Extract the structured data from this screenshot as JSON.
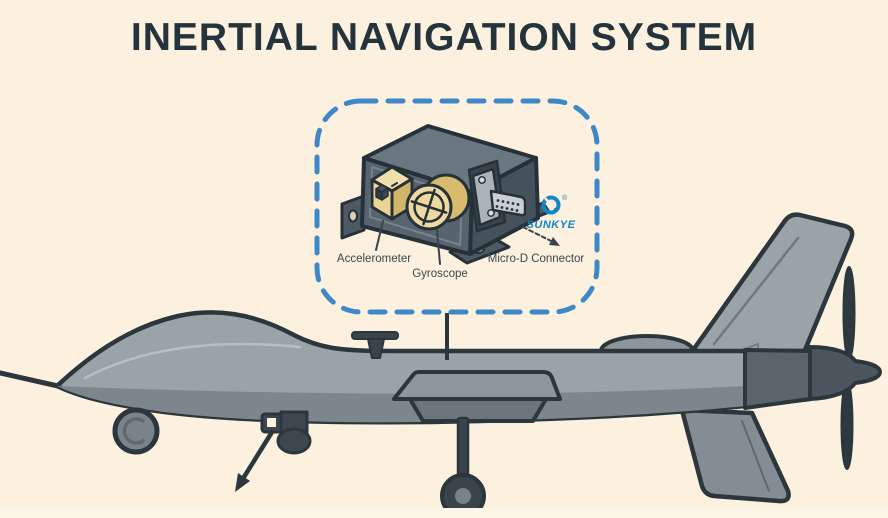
{
  "title": "INERTIAL NAVIGATION SYSTEM",
  "callout": {
    "component_labels": {
      "accelerometer": "Accelerometer",
      "gyroscope": "Gyroscope",
      "micro_d_connector": "Micro-D Connector"
    },
    "brand": {
      "name": "SUNKYE",
      "registered_mark": "®"
    }
  },
  "colors": {
    "background": "#FBF1DE",
    "title_text": "#24333C",
    "callout_border_blue": "#3E88C7",
    "brand_blue": "#1286C9",
    "drone_body_grey": "#99A3A8",
    "drone_belly_grey": "#7C868C",
    "outline_dark": "#2B363D",
    "device_slate": "#57636D",
    "component_tan": "#E9D494"
  },
  "icons": {
    "brand_logo": "sunkye-ring-logo",
    "gyroscope_symbol": "circled-crosshair",
    "sensor_pod_pointer": "solid-arrowhead",
    "connector_pointer": "dashed-arrow"
  }
}
